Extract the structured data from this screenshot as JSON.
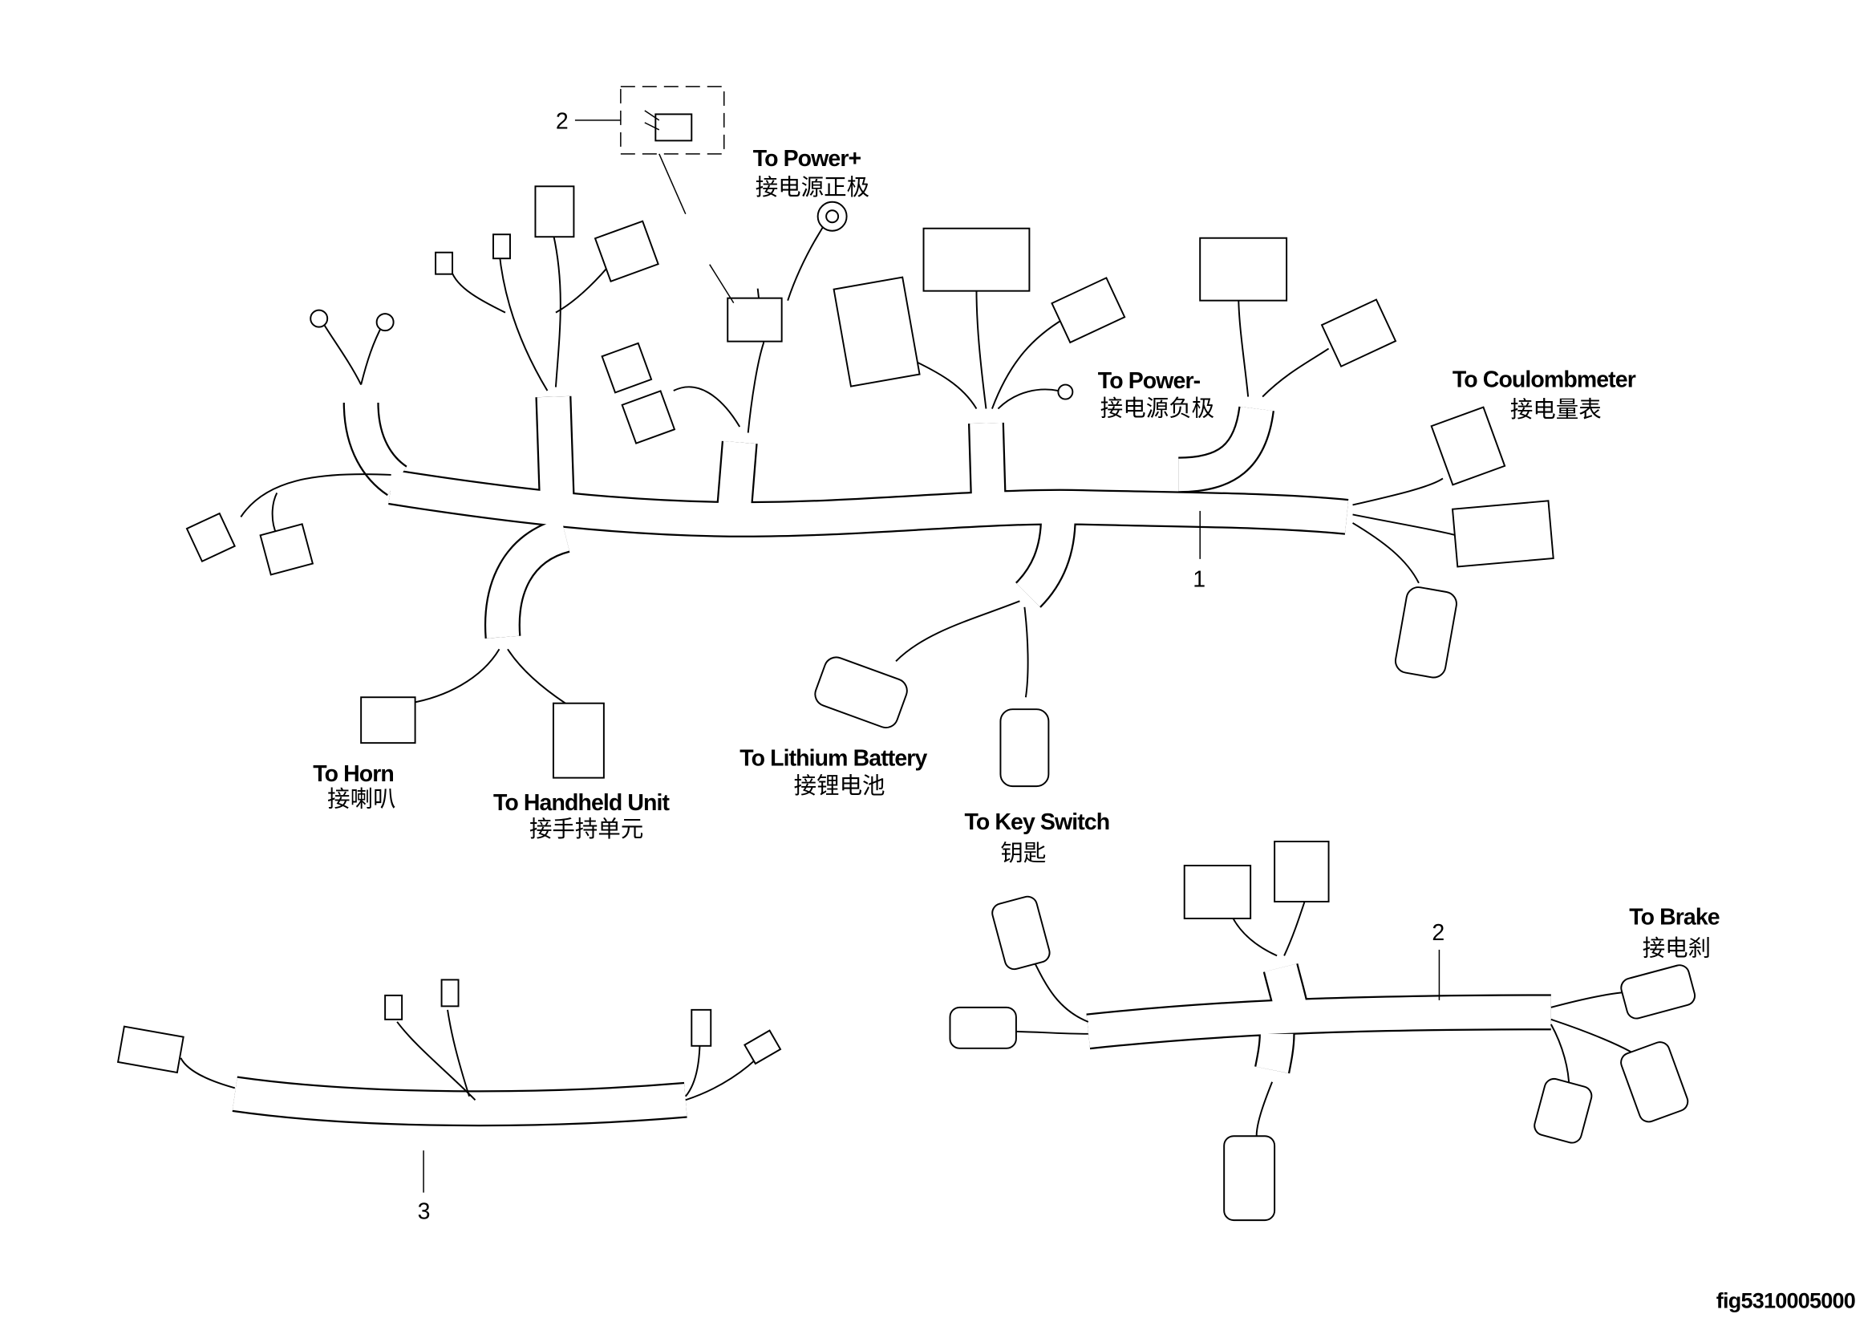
{
  "labels": {
    "power_plus": {
      "en": "To Power+",
      "zh": "接电源正极"
    },
    "power_minus": {
      "en": "To Power-",
      "zh": "接电源负极"
    },
    "coulombmeter": {
      "en": "To Coulombmeter",
      "zh": "接电量表"
    },
    "horn": {
      "en": "To Horn",
      "zh": "接喇叭"
    },
    "handheld": {
      "en": "To Handheld Unit",
      "zh": "接手持单元"
    },
    "lithium": {
      "en": "To Lithium Battery",
      "zh": "接锂电池"
    },
    "key_switch": {
      "en": "To Key Switch",
      "zh": "钥匙"
    },
    "brake": {
      "en": "To Brake",
      "zh": "接电刹"
    }
  },
  "callouts": {
    "item1": "1",
    "item2_fuse": "2",
    "item2_harness": "2",
    "item3": "3"
  },
  "figure_id": "fig5310005000"
}
